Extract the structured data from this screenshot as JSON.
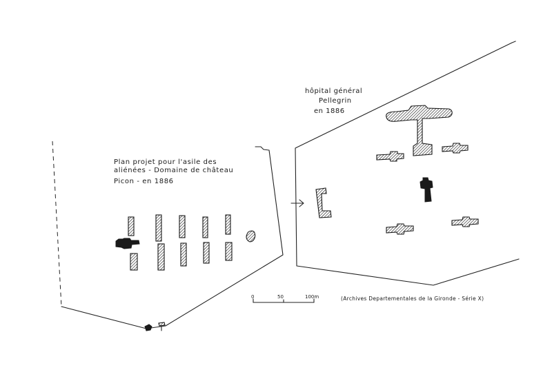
{
  "left_plan": {
    "caption_line1": "Plan projet pour l'asile des",
    "caption_line2": "aliénées - Domaine de château",
    "caption_line3": "Picon - en 1886"
  },
  "right_plan": {
    "caption_line1": "hôpital général",
    "caption_line2": "Pellegrin",
    "caption_line3": "en 1886"
  },
  "scale_bar": {
    "tick_0": "0",
    "tick_50": "50",
    "tick_100": "100m"
  },
  "source": {
    "text": "(Archives Departementales de la Gironde - Série X)"
  },
  "colors": {
    "ink": "#1a1a1a",
    "paper": "#ffffff"
  },
  "icons": {
    "arrow": "arrow-right-icon"
  }
}
